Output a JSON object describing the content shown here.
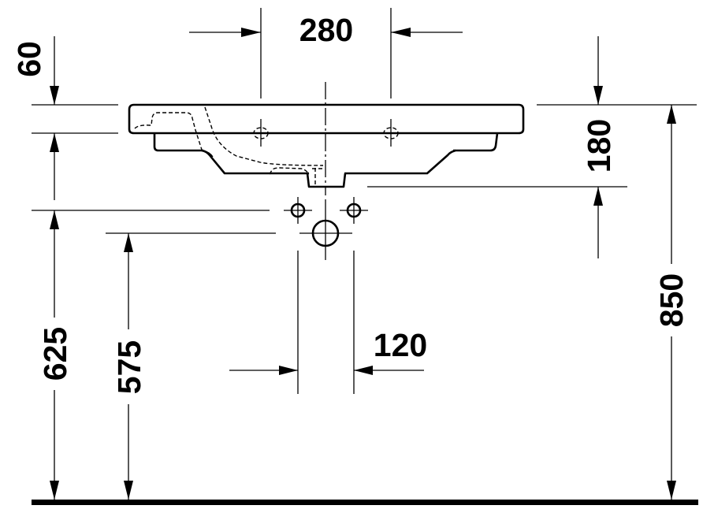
{
  "drawing": {
    "subject": "Washbasin installation dimensions (side elevation)",
    "units": "mm",
    "colors": {
      "line": "#000000",
      "background": "#ffffff"
    }
  },
  "dimensions": {
    "tap_hole_spacing": "280",
    "rim_thickness": "60",
    "basin_depth": "180",
    "rim_height_from_floor": "850",
    "supply_height": "625",
    "waste_height": "575",
    "supply_spacing": "120"
  }
}
